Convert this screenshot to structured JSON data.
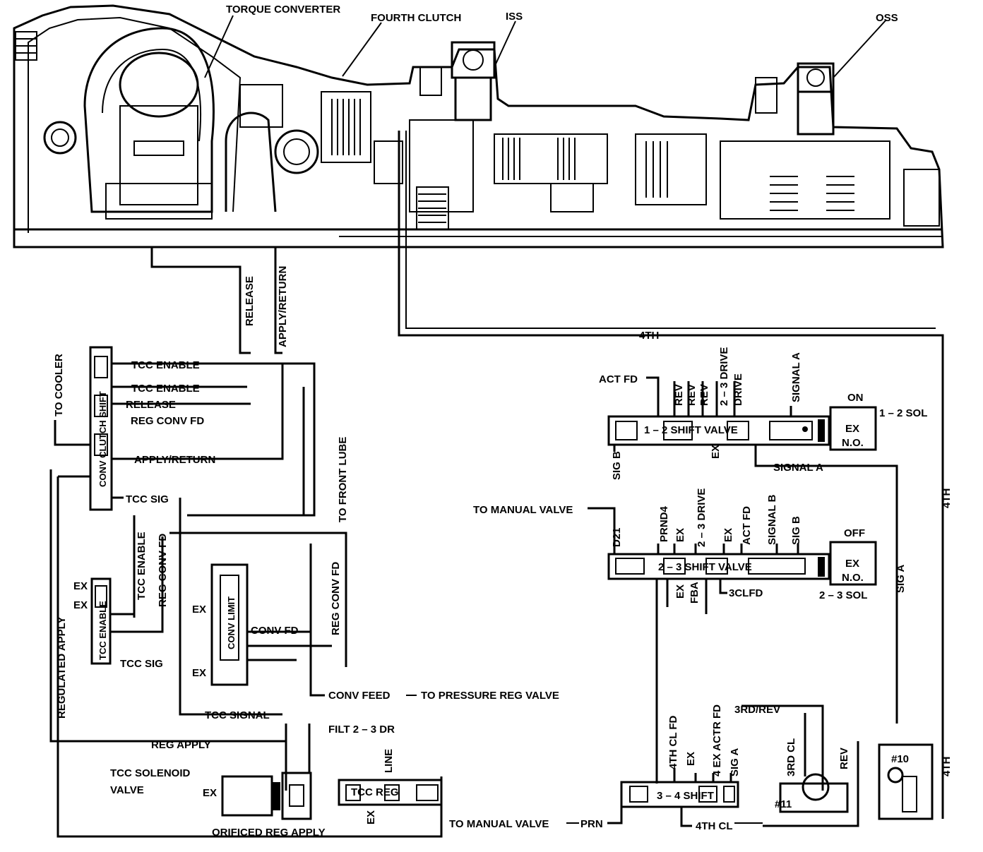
{
  "labels": {
    "torque_converter": "TORQUE CONVERTER",
    "fourth_clutch": "FOURTH CLUTCH",
    "iss": "ISS",
    "oss": "OSS",
    "release": "RELEASE",
    "apply_return": "APPLY/RETURN",
    "fourth": "4TH",
    "to_cooler": "TO COOLER",
    "tcc_enable_1": "TCC ENABLE",
    "tcc_enable_2": "TCC ENABLE",
    "release_2": "RELEASE",
    "reg_conv_fd": "REG CONV FD",
    "apply_return_2": "APPLY/RETURN",
    "to_front_lube": "TO FRONT LUBE",
    "tcc_sig": "TCC SIG",
    "tcc_enable_3": "TCC ENABLE",
    "reg_conv_fd_2": "REG CONV FD",
    "reg_conv_fd_3": "REG CONV FD",
    "ex_1": "EX",
    "ex_2": "EX",
    "tcc_enable_valve": "TCC ENABLE",
    "tcc_sig_2": "TCC SIG",
    "ex_3": "EX",
    "conv_limit": "CONV LIMIT",
    "conv_fd": "CONV FD",
    "ex_4": "EX",
    "conv_feed": "CONV FEED",
    "to_pressure_reg_valve": "TO PRESSURE REG VALVE",
    "regulated_apply": "REGULATED APPLY",
    "tcc_signal": "TCC SIGNAL",
    "filt_2_3_dr": "FILT 2 – 3 DR",
    "line": "LINE",
    "reg_apply": "REG APPLY",
    "tcc_solenoid_valve_1": "TCC SOLENOID",
    "tcc_solenoid_valve_2": "VALVE",
    "ex_5": "EX",
    "tcc_reg": "TCC REG",
    "ex_6": "EX",
    "orificed_reg_apply": "ORIFICED REG APPLY",
    "to_manual_valve_1": "TO MANUAL VALVE",
    "prn": "PRN",
    "conv_clutch_shift": "CONV CLUTCH SHIFT",
    "act_fd": "ACT FD",
    "rev_1": "REV",
    "rev_2": "REV",
    "rev_3": "REV",
    "drive_2_3": "2 – 3 DRIVE",
    "drive": "DRIVE",
    "signal_a": "SIGNAL A",
    "on": "ON",
    "sol_1_2": "1 – 2 SOL",
    "shift_valve_1_2": "1 – 2 SHIFT VALVE",
    "ex_7": "EX",
    "ex_no_1": "EX",
    "no_1": "N.O.",
    "signal_a_2": "SIGNAL A",
    "sig_b": "SIG B",
    "fourth_2": "4TH",
    "to_manual_valve_2": "TO MANUAL VALVE",
    "d21": "D21",
    "prnd4": "PRND4",
    "ex_8": "EX",
    "drive_2_3_b": "2 – 3 DRIVE",
    "ex_9": "EX",
    "act_fd_2": "ACT FD",
    "signal_b": "SIGNAL B",
    "sig_b_2": "SIG B",
    "off": "OFF",
    "shift_valve_2_3": "2 – 3 SHIFT VALVE",
    "ex_10": "EX",
    "fba": "FBA",
    "cl_fd_3": "3CLFD",
    "ex_no_2": "EX",
    "no_2": "N.O.",
    "sol_2_3": "2 – 3 SOL",
    "sig_a": "SIG A",
    "cl_fd_4th": "4TH CL FD",
    "ex_11": "EX",
    "actr_fd": "4 EX ACTR FD",
    "sig_a_2": "SIG A",
    "rd_rev": "3RD/REV",
    "rd_cl": "3RD CL",
    "rev_4": "REV",
    "num_10": "#10",
    "num_11": "#11",
    "fourth_3": "4TH",
    "shift_valve_3_4": "3 – 4 SHIFT",
    "cl_4th": "4TH CL"
  }
}
